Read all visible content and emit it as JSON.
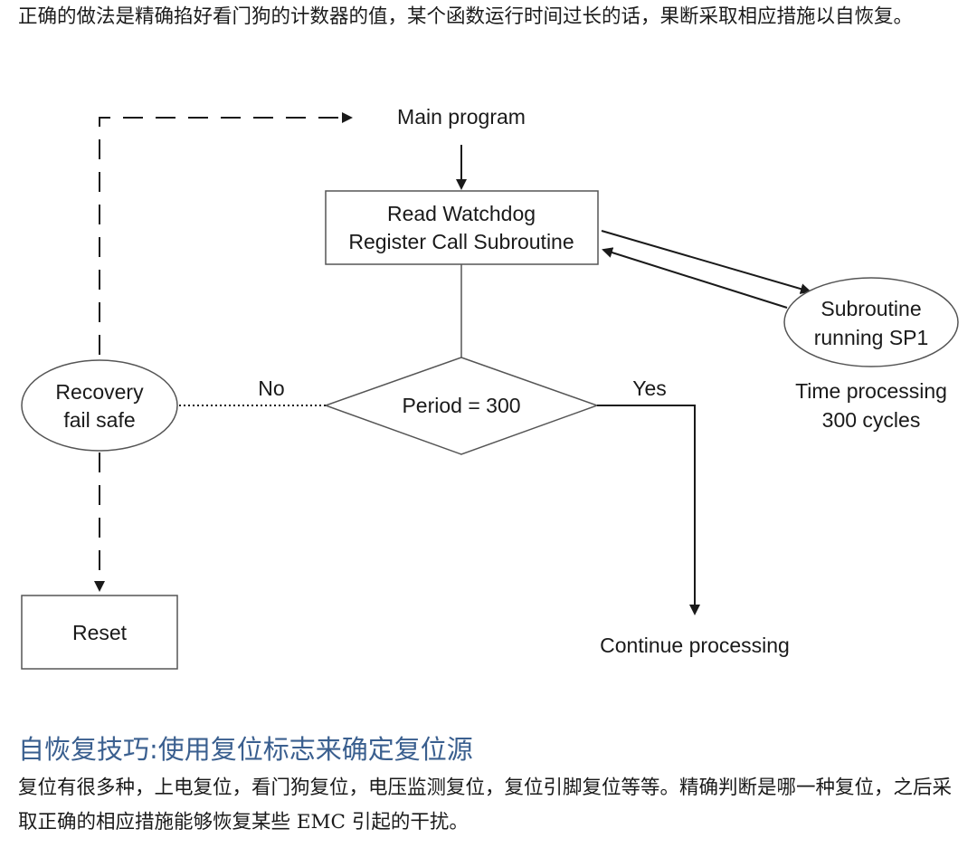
{
  "intro_text": "正确的做法是精确掐好看门狗的计数器的值，某个函数运行时间过长的话，果断采取相应措施以自恢复。",
  "flowchart": {
    "main_program": "Main program",
    "read_watchdog_line1": "Read Watchdog",
    "read_watchdog_line2": "Register Call Subroutine",
    "subroutine_line1": "Subroutine",
    "subroutine_line2": "running SP1",
    "time_processing_line1": "Time processing",
    "time_processing_line2": "300 cycles",
    "period": "Period = 300",
    "yes": "Yes",
    "no": "No",
    "recovery_line1": "Recovery",
    "recovery_line2": "fail safe",
    "reset": "Reset",
    "continue_processing": "Continue processing"
  },
  "section_heading": "自恢复技巧:使用复位标志来确定复位源",
  "body_text": "复位有很多种，上电复位，看门狗复位，电压监测复位，复位引脚复位等等。精确判断是哪一种复位，之后采取正确的相应措施能够恢复某些 EMC 引起的干扰。"
}
